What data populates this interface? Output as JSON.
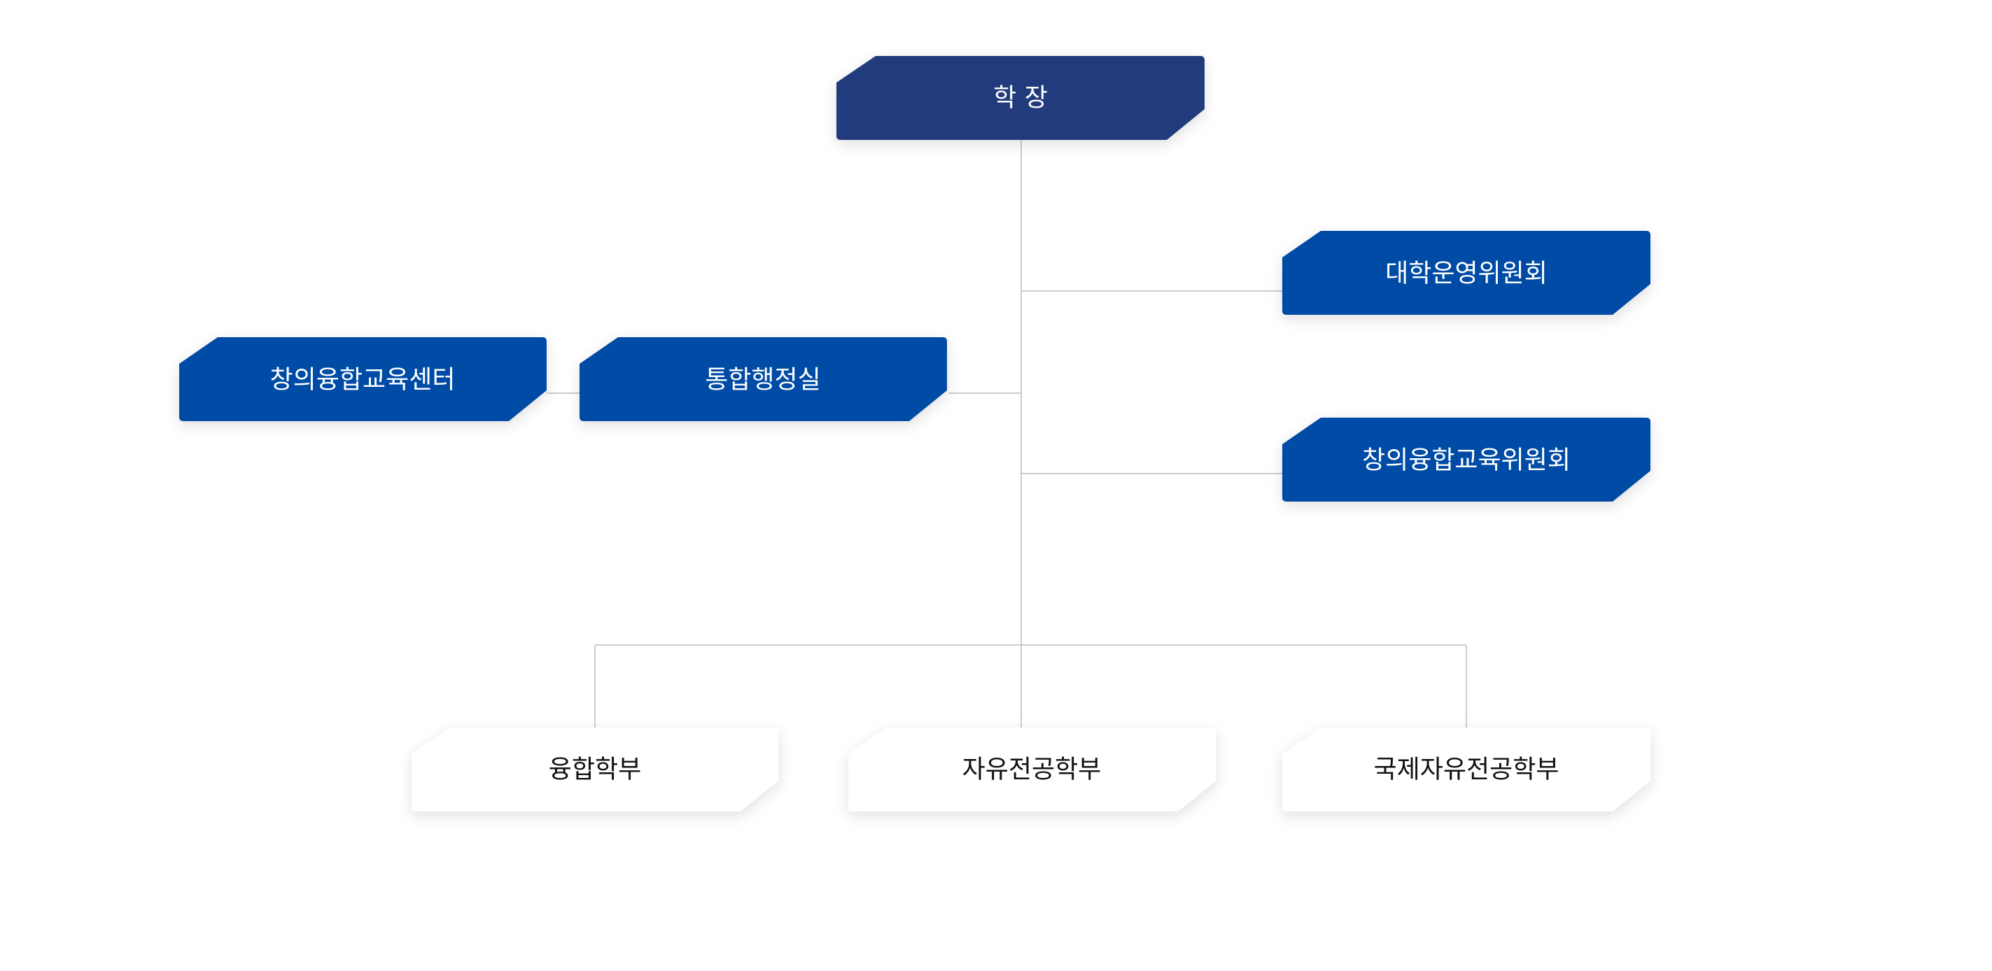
{
  "org_chart": {
    "top": {
      "label": "학 장"
    },
    "committees": [
      {
        "label": "대학운영위원회"
      },
      {
        "label": "창의융합교육위원회"
      }
    ],
    "offices": [
      {
        "label": "통합행정실"
      },
      {
        "label": "창의융합교육센터"
      }
    ],
    "divisions": [
      {
        "label": "융합학부"
      },
      {
        "label": "자유전공학부"
      },
      {
        "label": "국제자유전공학부"
      }
    ]
  },
  "colors": {
    "top_fill": "#233b7d",
    "box_fill": "#034ba5",
    "division_fill": "#ffffff",
    "connector": "#cccccc",
    "light_text": "#ffffff",
    "dark_text": "#111111"
  }
}
